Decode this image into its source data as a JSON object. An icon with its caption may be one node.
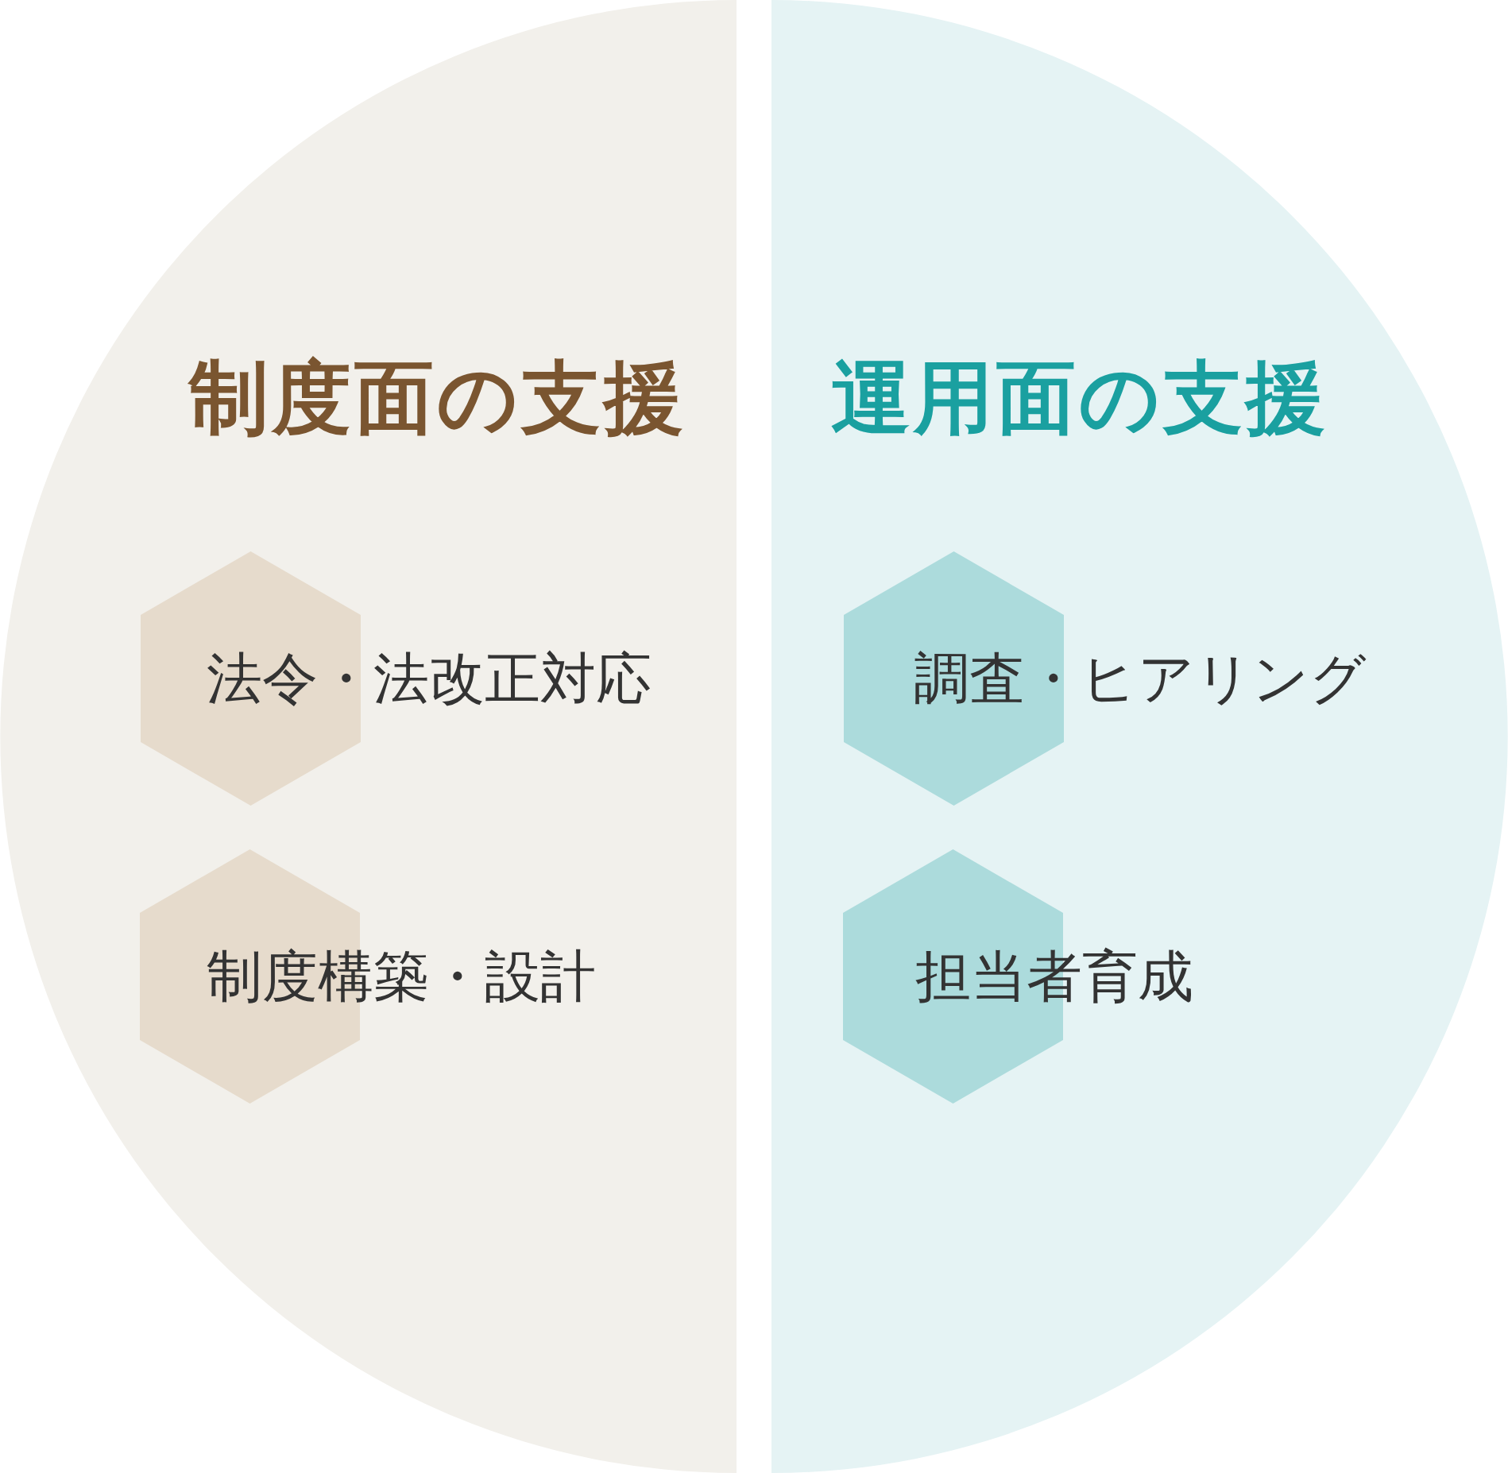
{
  "diagram": {
    "nodes": [
      {
        "text": [
          "制度面の支援"
        ]
      },
      {
        "text": [
          "法令・法改正対応"
        ],
        "in": 0
      },
      {
        "text": [
          "制度構築・設計"
        ],
        "in": 0
      },
      {
        "text": [
          "運用面の支援"
        ]
      },
      {
        "text": [
          "調査・ヒアリング"
        ],
        "in": 3
      },
      {
        "text": [
          "担当者育成"
        ],
        "in": 3
      }
    ]
  }
}
